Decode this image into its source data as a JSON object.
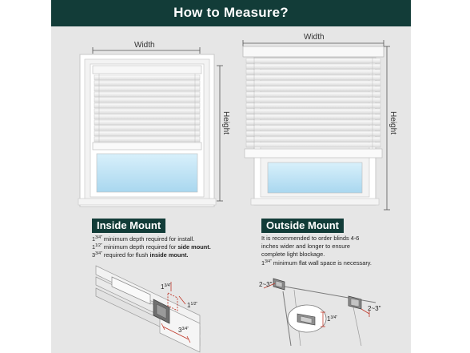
{
  "header": {
    "title": "How to Measure?"
  },
  "dimensions": {
    "width": "Width",
    "height": "Height"
  },
  "inside_mount": {
    "title": "Inside Mount",
    "lines": [
      {
        "num": "1",
        "frac": "3/4\"",
        "text": " minimum depth required for install.",
        "bold": ""
      },
      {
        "num": "1",
        "frac": "1/2\"",
        "text": " minimum depth required for ",
        "bold": "side mount."
      },
      {
        "num": "3",
        "frac": "3/4\"",
        "text": " required for flush ",
        "bold": "inside mount."
      }
    ],
    "callouts": {
      "a_num": "1",
      "a_frac": "3/4\"",
      "b_num": "1",
      "b_frac": "1/2\"",
      "c_num": "3",
      "c_frac": "3/4\""
    }
  },
  "outside_mount": {
    "title": "Outside Mount",
    "line1": "It is recommended to order blinds 4-6",
    "line2": "inches wider and longer to ensure",
    "line3": "complete light blockage.",
    "line4_num": "1",
    "line4_frac": "3/4\"",
    "line4_text": " minimum flat wall space is necessary.",
    "callouts": {
      "gap_left": "2~3\"",
      "gap_right": "2~3\"",
      "depth_num": "1",
      "depth_frac": "3/4\""
    }
  },
  "colors": {
    "brand": "#123c38",
    "accent_red": "#c0392b",
    "panel_bg": "#e6e6e6",
    "glass": "#bfe3f5"
  }
}
